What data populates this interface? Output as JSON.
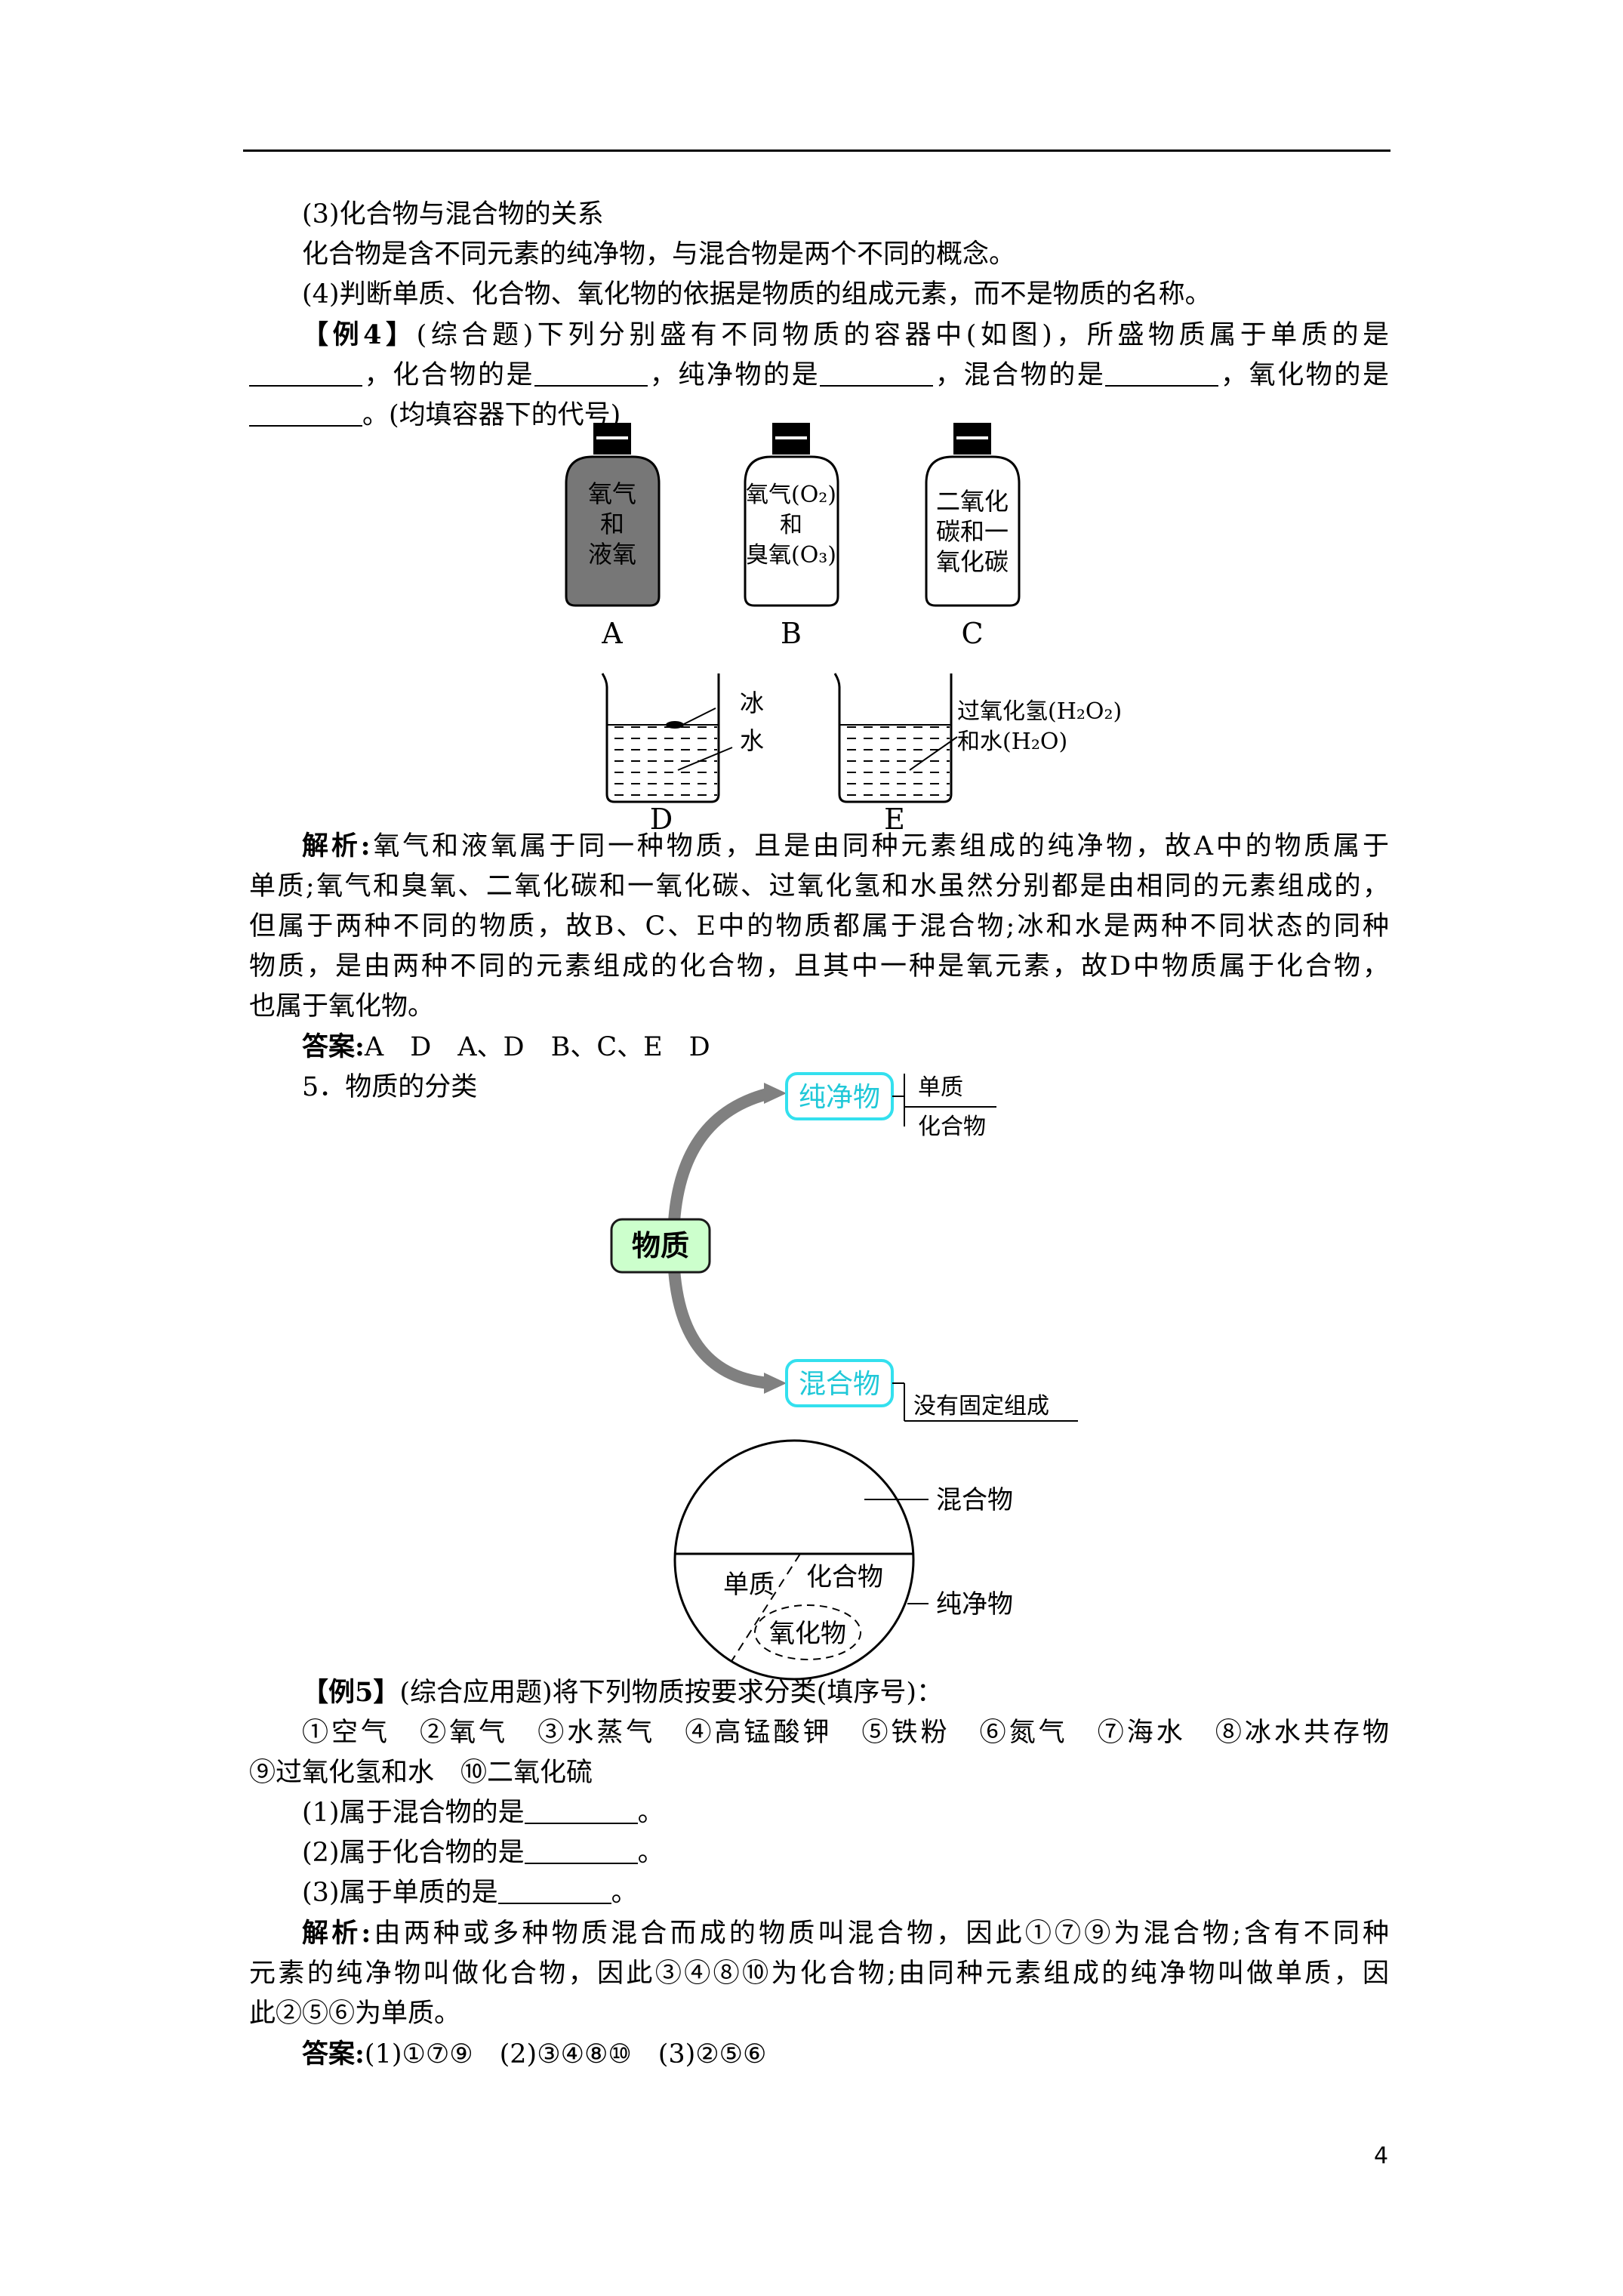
{
  "section3": {
    "heading": "(3)化合物与混合物的关系",
    "text": "化合物是含不同元素的纯净物，与混合物是两个不同的概念。"
  },
  "section4": {
    "text": "(4)判断单质、化合物、氧化物的依据是物质的组成元素，而不是物质的名称。"
  },
  "example4": {
    "label": "【例4】",
    "q1": "(综合题)下列分别盛有不同物质的容器中(如图)，所盛物质属于单质的是",
    "q2a": "，化合物的是",
    "q2b": "，纯净物的是",
    "q2c": "，混合物的是",
    "q2d": "，氧化物的是",
    "q3": "。(均填容器下的代号)",
    "bottles": [
      {
        "letter": "A",
        "lines": [
          "氧气",
          "和",
          "液氧"
        ]
      },
      {
        "letter": "B",
        "lines": [
          "氧气(O₂)",
          "和",
          "臭氧(O₃)"
        ]
      },
      {
        "letter": "C",
        "lines": [
          "二氧化",
          "碳和一",
          "氧化碳"
        ]
      }
    ],
    "beakers": [
      {
        "letter": "D",
        "labels": [
          "冰",
          "水"
        ]
      },
      {
        "letter": "E",
        "labels": [
          "过氧化氢(H₂O₂)",
          "和水(H₂O)"
        ]
      }
    ],
    "analysis_label": "解析:",
    "analysis_lines": [
      "氧气和液氧属于同一种物质，且是由同种元素组成的纯净物，故A中的物质属于",
      "单质;氧气和臭氧、二氧化碳和一氧化碳、过氧化氢和水虽然分别都是由相同的元素组成的，",
      "但属于两种不同的物质，故B、C、E中的物质都属于混合物;冰和水是两种不同状态的同种",
      "物质，是由两种不同的元素组成的化合物，且其中一种是氧元素，故D中物质属于化合物，",
      "也属于氧化物。"
    ],
    "answer_label": "答案:",
    "answer": "A　D　A、D　B、C、E　D"
  },
  "section5": {
    "heading": "5．物质的分类",
    "diagram": {
      "root": "物质",
      "pure": "纯净物",
      "mixture": "混合物",
      "element": "单质",
      "compound": "化合物",
      "no_fixed": "没有固定组成"
    },
    "circle": {
      "mixture": "混合物",
      "element": "单质",
      "compound": "化合物",
      "oxide": "氧化物",
      "pure": "纯净物"
    }
  },
  "example5": {
    "label": "【例5】",
    "q": "(综合应用题)将下列物质按要求分类(填序号)：",
    "items1": "①空气　②氧气　③水蒸气　④高锰酸钾　⑤铁粉　⑥氮气　⑦海水　⑧冰水共存物",
    "items2": "⑨过氧化氢和水　⑩二氧化硫",
    "s1": "(1)属于混合物的是",
    "s2": "(2)属于化合物的是",
    "s3": "(3)属于单质的是",
    "analysis_label": "解析:",
    "analysis_lines": [
      "由两种或多种物质混合而成的物质叫混合物，因此①⑦⑨为混合物;含有不同种",
      "元素的纯净物叫做化合物，因此③④⑧⑩为化合物;由同种元素组成的纯净物叫做单质，因",
      "此②⑤⑥为单质。"
    ],
    "answer_label": "答案:",
    "answer": "(1)①⑦⑨　(2)③④⑧⑩　(3)②⑤⑥"
  },
  "page_number": "4"
}
